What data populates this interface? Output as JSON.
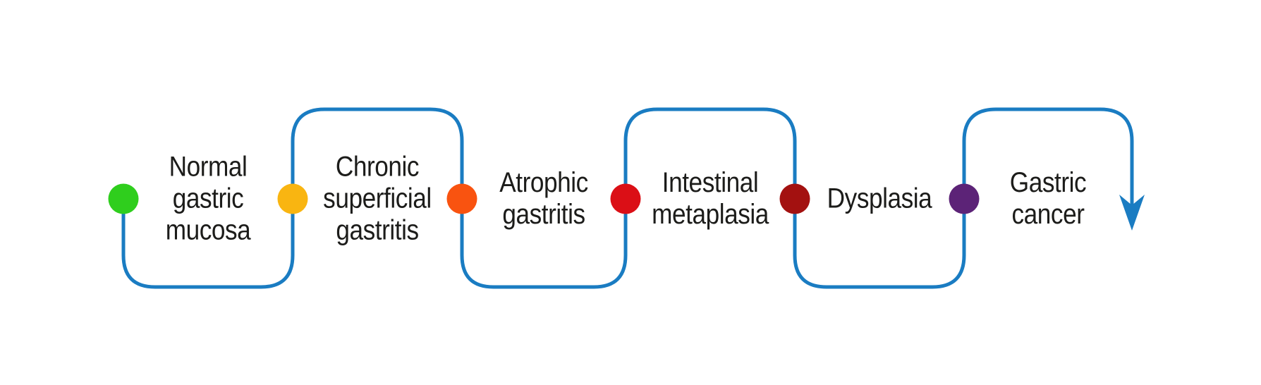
{
  "diagram": {
    "line_color": "#1A7CC2",
    "text_color": "#1C1C1A",
    "background_color": "#FFFFFF",
    "stages": [
      {
        "label": "Normal\ngastric\nmucosa",
        "dot_color": "#2FCE1D"
      },
      {
        "label": "Chronic\nsuperficial\ngastritis",
        "dot_color": "#F9B511"
      },
      {
        "label": "Atrophic\ngastritis",
        "dot_color": "#F95310"
      },
      {
        "label": "Intestinal\nmetaplasia",
        "dot_color": "#DB0F16"
      },
      {
        "label": "Dysplasia",
        "dot_color": "#A31110"
      },
      {
        "label": "Gastric\ncancer",
        "dot_color": "#5C2377"
      }
    ]
  }
}
